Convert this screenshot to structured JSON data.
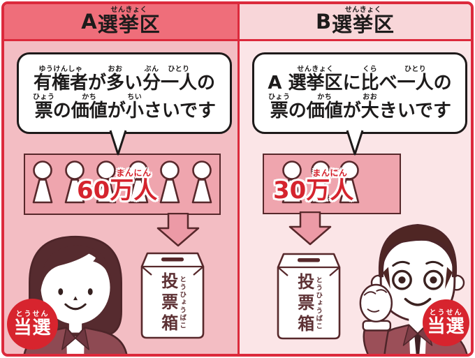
{
  "colors": {
    "frame_border": "#dc2a3c",
    "panel_a_header_bg": "#ef6e7a",
    "panel_b_header_bg": "#f8d6d9",
    "panel_a_bg": "#f3bdc3",
    "panel_b_bg": "#fbe5e7",
    "voter_box_bg": "#efa5ae",
    "arrow_fill": "#ec9aa6",
    "outline_dark": "#57282b",
    "count_red": "#d5242e",
    "badge_red": "#d7242e",
    "bubble_border": "#1e1a1a",
    "text_dark": "#1d1b1b",
    "ballot_text": "#5d3134"
  },
  "panels": [
    {
      "id": "A",
      "header": [
        {
          "base": "A ",
          "ruby": ""
        },
        {
          "base": "選挙区",
          "ruby": "せんきょく"
        }
      ],
      "bubble_lines": {
        "line1": [
          {
            "base": "有権者",
            "ruby": "ゆうけんしゃ"
          },
          {
            "base": "が",
            "ruby": ""
          },
          {
            "base": "多",
            "ruby": "おお"
          },
          {
            "base": "い",
            "ruby": ""
          },
          {
            "base": "分",
            "ruby": "ぶん"
          },
          {
            "base": "一人",
            "ruby": "ひとり"
          },
          {
            "base": "の",
            "ruby": ""
          }
        ],
        "line2": [
          {
            "base": "票",
            "ruby": "ひょう"
          },
          {
            "base": "の",
            "ruby": ""
          },
          {
            "base": "価値",
            "ruby": "かち"
          },
          {
            "base": "が",
            "ruby": ""
          },
          {
            "base": "小",
            "ruby": "ちい"
          },
          {
            "base": "さいです",
            "ruby": ""
          }
        ]
      },
      "voters": {
        "icon_count": 6,
        "count": [
          {
            "base": "60",
            "ruby": ""
          },
          {
            "base": "万人",
            "ruby": "まんにん"
          }
        ]
      },
      "ballot_box": {
        "label": "投票箱",
        "furigana": "とうひょうばこ"
      },
      "badge": {
        "label": "当選",
        "furigana": "とうせん"
      }
    },
    {
      "id": "B",
      "header": [
        {
          "base": "B ",
          "ruby": ""
        },
        {
          "base": "選挙区",
          "ruby": "せんきょく"
        }
      ],
      "bubble_lines": {
        "line1": [
          {
            "base": "A ",
            "ruby": ""
          },
          {
            "base": "選挙区",
            "ruby": "せんきょく"
          },
          {
            "base": "に",
            "ruby": ""
          },
          {
            "base": "比",
            "ruby": "くら"
          },
          {
            "base": "べ",
            "ruby": ""
          },
          {
            "base": "一人",
            "ruby": "ひとり"
          },
          {
            "base": "の",
            "ruby": ""
          }
        ],
        "line2": [
          {
            "base": "票",
            "ruby": "ひょう"
          },
          {
            "base": "の",
            "ruby": ""
          },
          {
            "base": "価値",
            "ruby": "かち"
          },
          {
            "base": "が",
            "ruby": ""
          },
          {
            "base": "大",
            "ruby": "おお"
          },
          {
            "base": "きいです",
            "ruby": ""
          }
        ]
      },
      "voters": {
        "icon_count": 3,
        "count": [
          {
            "base": "30",
            "ruby": ""
          },
          {
            "base": "万人",
            "ruby": "まんにん"
          }
        ]
      },
      "ballot_box": {
        "label": "投票箱",
        "furigana": "とうひょうばこ"
      },
      "badge": {
        "label": "当選",
        "furigana": "とうせん"
      }
    }
  ]
}
